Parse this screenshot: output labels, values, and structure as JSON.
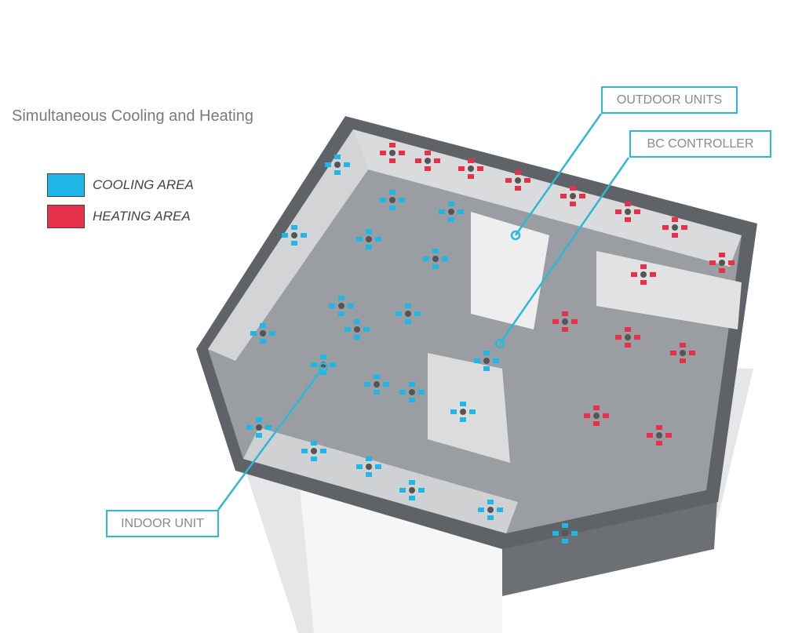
{
  "title": "Simultaneous Cooling and Heating",
  "legend": [
    {
      "label": "COOLING AREA",
      "color": "#1fb6e8"
    },
    {
      "label": "HEATING AREA",
      "color": "#e8304a"
    }
  ],
  "callouts": {
    "outdoor_units": "OUTDOOR UNITS",
    "bc_controller": "BC CONTROLLER",
    "indoor_unit": "INDOOR UNIT"
  },
  "colors": {
    "callout_line": "#2db8d8",
    "floor": "#9a9ea3",
    "wall": "#ececec"
  }
}
